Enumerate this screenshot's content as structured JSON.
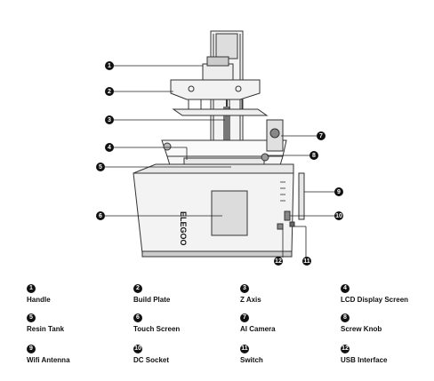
{
  "printer": {
    "brand_text": "ELEGOO"
  },
  "colors": {
    "ink": "#111111",
    "line": "#333333",
    "panel": "#ffffff"
  },
  "callouts": [
    "1",
    "2",
    "3",
    "4",
    "5",
    "6",
    "7",
    "8",
    "9",
    "10",
    "11",
    "12"
  ],
  "legend": [
    {
      "num": "1",
      "label": "Handle"
    },
    {
      "num": "2",
      "label": "Build Plate"
    },
    {
      "num": "3",
      "label": "Z Axis"
    },
    {
      "num": "4",
      "label": "LCD Display Screen"
    },
    {
      "num": "5",
      "label": "Resin Tank"
    },
    {
      "num": "6",
      "label": "Touch Screen"
    },
    {
      "num": "7",
      "label": "AI Camera"
    },
    {
      "num": "8",
      "label": "Screw Knob"
    },
    {
      "num": "9",
      "label": "Wifi Antenna"
    },
    {
      "num": "10",
      "label": "DC Socket"
    },
    {
      "num": "11",
      "label": "Switch"
    },
    {
      "num": "12",
      "label": "USB Interface"
    }
  ]
}
